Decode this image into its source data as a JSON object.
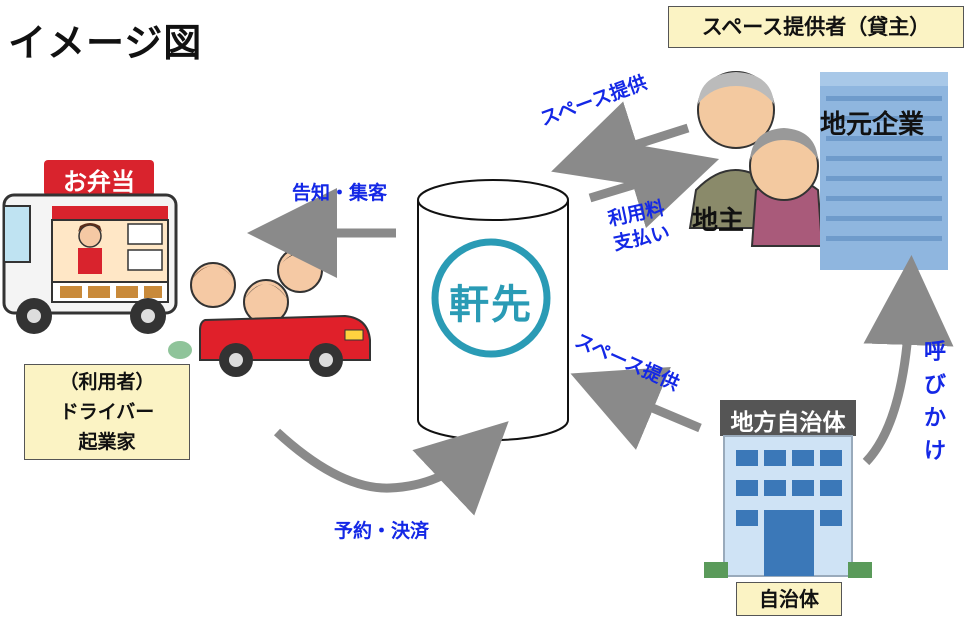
{
  "title": "イメージ図",
  "lessor_box": "スペース提供者（貸主）",
  "user_box": {
    "line1": "（利用者）",
    "line2": "ドライバー",
    "line3": "起業家"
  },
  "municipality_box": "自治体",
  "bento_sign": "お弁当",
  "center_logo": "軒先",
  "labels": {
    "landowner": "地主",
    "local_company": "地元企業",
    "municipality_sign": "地方自治体",
    "space_offer_top": "スペース提供",
    "usage_fee": "利用料\n支払い",
    "notice": "告知・集客",
    "space_offer_bottom": "スペース提供",
    "reservation": "予約・決済",
    "call_out": "呼びかけ"
  },
  "colors": {
    "arrow": "#8a8a8a",
    "label_blue": "#1428e6",
    "box_fill": "#fbf3c4",
    "logo_teal": "#2a9bb5",
    "truck_red": "#d9232d",
    "car_red": "#e0202a",
    "building_blue": "#3b78b8"
  }
}
